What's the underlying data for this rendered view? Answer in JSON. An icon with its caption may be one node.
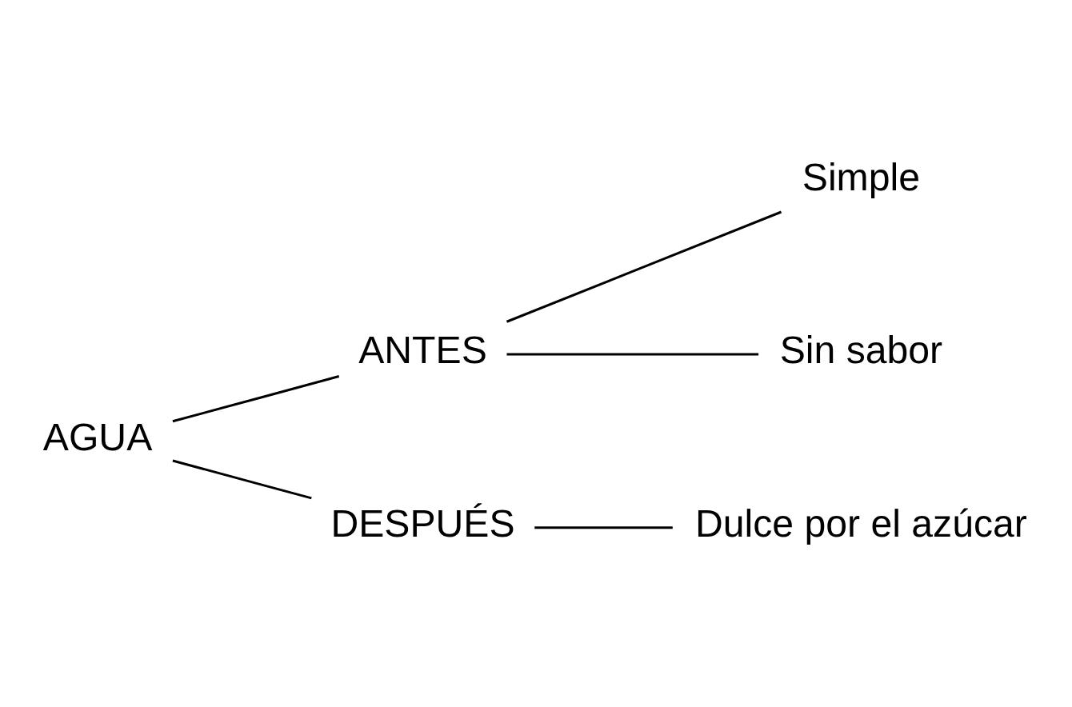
{
  "diagram": {
    "nodes": [
      {
        "text": [
          "AGUA"
        ]
      },
      {
        "text": [
          "ANTES"
        ]
      },
      {
        "text": [
          "Simple"
        ]
      },
      {
        "text": [
          "Sin sabor"
        ]
      },
      {
        "text": [
          "DESPUÉS"
        ]
      },
      {
        "text": [
          "Dulce por el azúcar"
        ]
      }
    ],
    "edges": [
      {
        "from": 0,
        "to": 1,
        "arrow": "none"
      },
      {
        "from": 0,
        "to": 4,
        "arrow": "none"
      },
      {
        "from": 1,
        "to": 2,
        "arrow": "none"
      },
      {
        "from": 1,
        "to": 3,
        "arrow": "none"
      },
      {
        "from": 4,
        "to": 5,
        "arrow": "none"
      }
    ]
  }
}
